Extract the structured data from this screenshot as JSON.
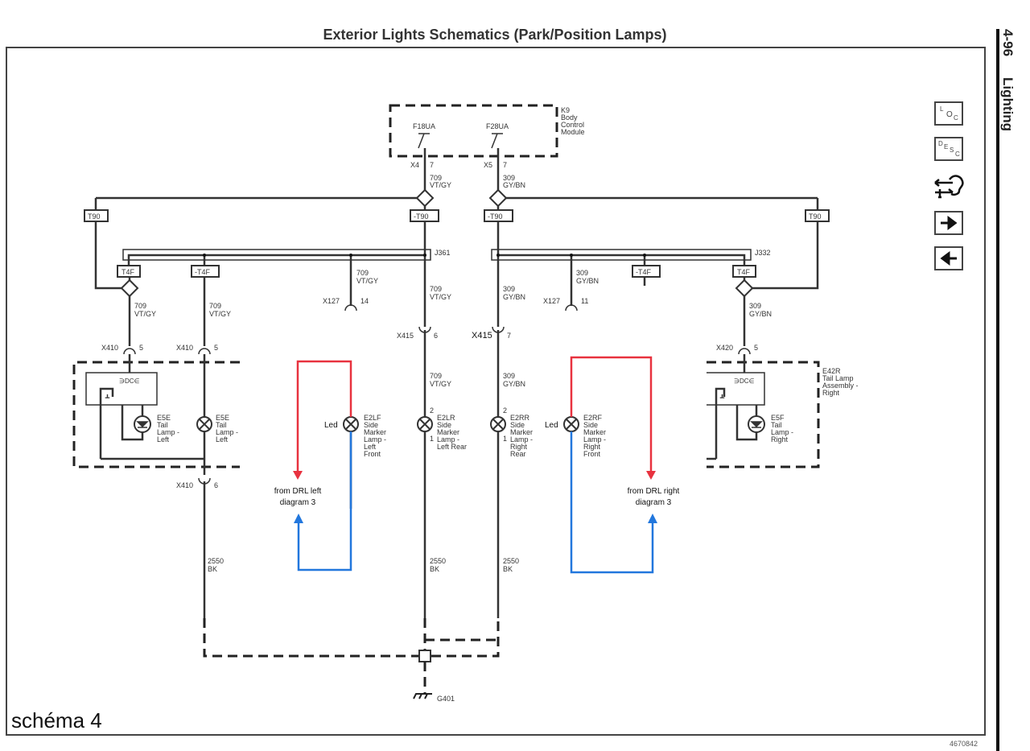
{
  "page": {
    "title": "Exterior Lights Schematics (Park/Position Lamps)",
    "page_number": "4-96",
    "section": "Lighting",
    "schema_label": "schéma 4",
    "figure_id": "4670842"
  },
  "nav": {
    "loc_icon": {
      "l": "L",
      "o": "O",
      "c": "C"
    },
    "desc_icon": {
      "d": "D",
      "e": "E",
      "s": "S",
      "c": "C"
    },
    "diag_icon": "diagnostic-connector-icon",
    "next_icon": "→",
    "prev_icon": "←"
  },
  "module": {
    "id": "K9",
    "name_lines": [
      "Body",
      "Control",
      "Module"
    ],
    "fuses": [
      {
        "label": "F18UA",
        "connector": "X4",
        "pin": "7",
        "circuit": "709",
        "color": "VT/GY"
      },
      {
        "label": "F28UA",
        "connector": "X5",
        "pin": "7",
        "circuit": "309",
        "color": "GY/BN"
      }
    ]
  },
  "options": {
    "t90": "T90",
    "not_t90": "-T90",
    "t4f": "T4F",
    "not_t4f": "-T4F"
  },
  "splices": {
    "left": "J361",
    "right": "J332"
  },
  "wires": {
    "left": {
      "circuit": "709",
      "color": "VT/GY"
    },
    "right": {
      "circuit": "309",
      "color": "GY/BN"
    },
    "ground": {
      "circuit": "2550",
      "color": "BK"
    }
  },
  "connectors": {
    "x127_left": {
      "name": "X127",
      "pin": "14"
    },
    "x127_right": {
      "name": "X127",
      "pin": "11"
    },
    "x415_left": {
      "name": "X415",
      "pin": "6"
    },
    "x415_right": {
      "name": "X415",
      "pin": "7"
    },
    "x410_a": {
      "name": "X410",
      "pin": "5"
    },
    "x410_b": {
      "name": "X410",
      "pin": "5"
    },
    "x410_c": {
      "name": "X410",
      "pin": "6"
    },
    "x420": {
      "name": "X420",
      "pin": "5"
    }
  },
  "components": {
    "e5e_led": [
      "E5E",
      "Tail",
      "Lamp -",
      "Left"
    ],
    "e5e_bulb": [
      "E5E",
      "Tail",
      "Lamp -",
      "Left"
    ],
    "e2lf": [
      "E2LF",
      "Side",
      "Marker",
      "Lamp -",
      "Left",
      "Front"
    ],
    "e2lr": [
      "E2LR",
      "Side",
      "Marker",
      "Lamp -",
      "Left Rear"
    ],
    "e2rr": [
      "E2RR",
      "Side",
      "Marker",
      "Lamp -",
      "Right",
      "Rear"
    ],
    "e2rf": [
      "E2RF",
      "Side",
      "Marker",
      "Lamp -",
      "Right",
      "Front"
    ],
    "e5f": [
      "E5F",
      "Tail",
      "Lamp -",
      "Right"
    ],
    "e42r": [
      "E42R",
      "Tail Lamp",
      "Assembly -",
      "Right"
    ],
    "pin2": "2",
    "pin1": "1"
  },
  "ground": {
    "name": "G401"
  },
  "annotations": {
    "led_left": "Led",
    "led_right": "Led",
    "drl_left": [
      "from DRL left",
      "diagram 3"
    ],
    "drl_right": [
      "from DRL right",
      "diagram 3"
    ],
    "red_color": "#e8323f",
    "blue_color": "#2277dd"
  }
}
